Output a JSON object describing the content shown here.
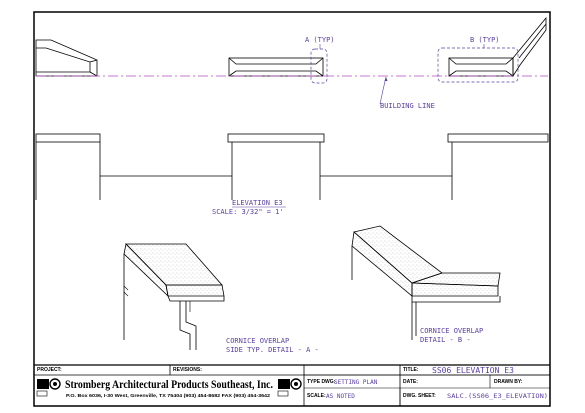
{
  "drawing": {
    "label_a_typ": "A (TYP)",
    "label_b_typ": "B (TYP)",
    "building_line": "BUILDING LINE",
    "elevation_title": "ELEVATION  E3",
    "elevation_scale": "SCALE: 3/32\" = 1'",
    "detail_a_line1": "CORNICE OVERLAP",
    "detail_a_line2": "SIDE TYP. DETAIL - A -",
    "detail_b_line1": "CORNICE OVERLAP",
    "detail_b_line2": "DETAIL - B -"
  },
  "title_block": {
    "project_label": "PROJECT:",
    "revisions_label": "REVISIONS:",
    "title_label": "TITLE:",
    "title_value": "SS06   ELEVATION     E3",
    "company_name": "Stromberg Architectural Products Southeast, Inc.",
    "company_address": "P.O. Box 6036, I-30 West, Greenville, TX 75404  (903) 454-8682  FAX (903) 454-3642",
    "type_dwg_label": "TYPE DWG:",
    "type_dwg_value": "SETTING PLAN",
    "date_label": "DATE:",
    "drawn_by_label": "DRAWN BY:",
    "scale_label": "SCALE:",
    "scale_value": "AS NOTED",
    "dwg_sheet_label": "DWG. SHEET:",
    "dwg_sheet_value": "SALC.(SS06_E3_ELEVATION)"
  }
}
